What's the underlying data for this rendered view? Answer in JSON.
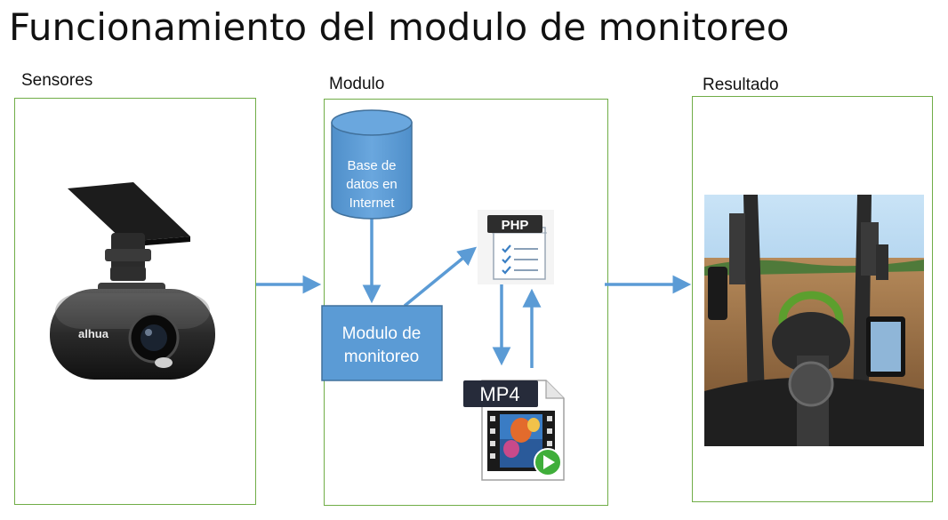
{
  "title": "Funcionamiento del modulo de monitoreo",
  "sections": {
    "sensors": "Sensores",
    "module": "Modulo",
    "result": "Resultado"
  },
  "database_lines": [
    "Base de",
    "datos en",
    "Internet"
  ],
  "process_lines": [
    "Modulo de",
    "monitoreo"
  ],
  "php_label": "PHP",
  "mp4_label": "MP4",
  "camera_brand": "alhua",
  "colors": {
    "panel_border": "#70ad47",
    "arrow": "#5b9bd5",
    "box_fill": "#5b9bd5",
    "box_border": "#41719c"
  },
  "icons": {
    "camera": "dashcam-photo",
    "php": "php-document-icon",
    "mp4": "mp4-video-file-icon",
    "result": "tractor-cab-photo"
  }
}
